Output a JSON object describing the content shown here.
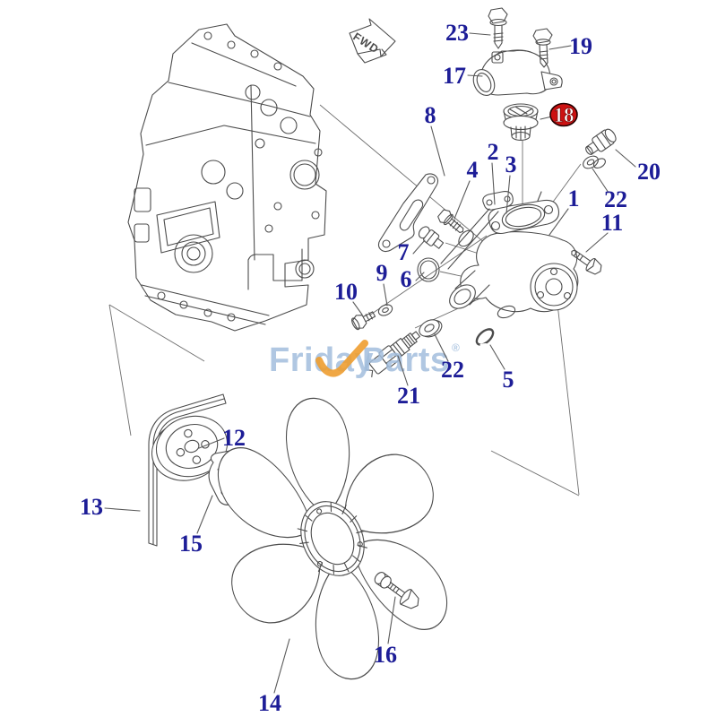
{
  "diagram_description": "Exploded parts diagram: engine water pump, thermostat, fan and belt with numbered callouts",
  "fwd_arrow": {
    "label": "FWD"
  },
  "watermark": {
    "text_part1": "Friday",
    "text_part2": "Parts",
    "registered_mark": "®",
    "color_text": "#a3bedd",
    "color_check": "#ee9d30"
  },
  "colors": {
    "callout_number": "#1d1d97",
    "highlight_fill": "#cc1212",
    "highlight_stroke": "#240000",
    "highlight_text": "#ffffff",
    "line_art": "#4c4c4c",
    "background": "#ffffff"
  },
  "callouts": [
    {
      "label": "23"
    },
    {
      "label": "19"
    },
    {
      "label": "17"
    },
    {
      "label": "18",
      "highlighted": true
    },
    {
      "label": "8"
    },
    {
      "label": "2"
    },
    {
      "label": "3"
    },
    {
      "label": "4"
    },
    {
      "label": "20"
    },
    {
      "label": "22"
    },
    {
      "label": "1"
    },
    {
      "label": "11"
    },
    {
      "label": "7"
    },
    {
      "label": "6"
    },
    {
      "label": "9"
    },
    {
      "label": "10"
    },
    {
      "label": "21"
    },
    {
      "label": "22"
    },
    {
      "label": "5"
    },
    {
      "label": "12"
    },
    {
      "label": "13"
    },
    {
      "label": "15"
    },
    {
      "label": "14"
    },
    {
      "label": "16"
    }
  ]
}
